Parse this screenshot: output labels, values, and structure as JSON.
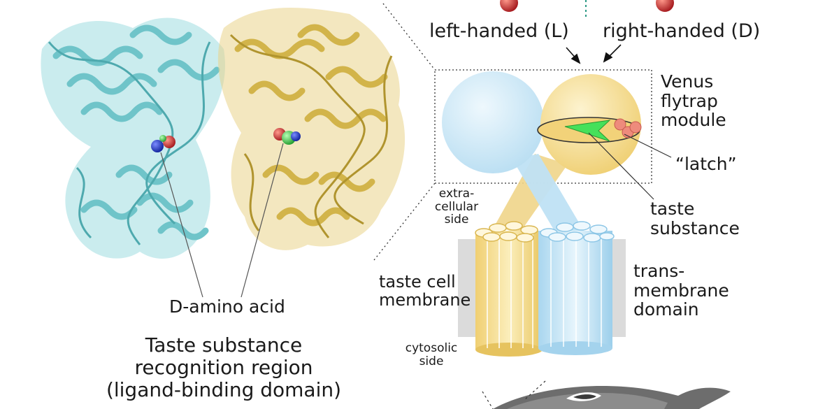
{
  "labels": {
    "left_handed": "left-handed (L)",
    "right_handed": "right-handed (D)",
    "venus_flytrap": "Venus\nflytrap\nmodule",
    "latch": "“latch”",
    "taste_substance": "taste\nsubstance",
    "extracellular_side": "extra-\ncellular\nside",
    "taste_cell_membrane": "taste cell\nmembrane",
    "transmembrane_domain": "trans-\nmembrane\ndomain",
    "cytosolic_side": "cytosolic\nside",
    "d_amino_acid": "D-amino acid",
    "region_title": "Taste substance\nrecognition region\n(ligand-binding domain)"
  },
  "colors": {
    "cyan_protein": "#7fcfd3",
    "gold_protein": "#d9bd55",
    "blue_subunit": "#bfe3f5",
    "gold_subunit": "#f3d98a",
    "ligand_green": "#46e05a",
    "latch_red": "#ee8b7c",
    "membrane_gray": "#cfcfcf",
    "atom_red": "#c8252a",
    "atom_blue": "#1b37d6",
    "fish_gray": "#6d6d6d"
  }
}
